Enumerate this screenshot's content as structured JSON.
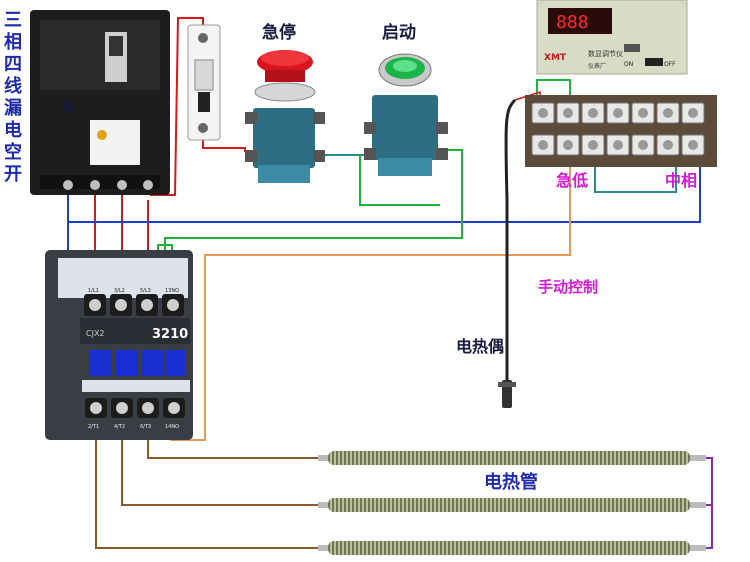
{
  "labels": {
    "title_vertical": [
      "三",
      "相",
      "四",
      "线",
      "漏",
      "电",
      "空",
      "开"
    ],
    "neutral": "N",
    "emergency_stop": "急停",
    "start": "启动",
    "low_speed": "急低",
    "mid_phase": "中相",
    "manual_control": "手动控制",
    "thermocouple": "电热偶",
    "heating_tube": "电热管"
  },
  "contactor": {
    "model": "CJX2",
    "number": "3210",
    "top_terminals": [
      "1/L1",
      "3/L2",
      "5/L3",
      "13NO"
    ],
    "bottom_terminals": [
      "2/T1",
      "4/T2",
      "6/T3",
      "14NO"
    ]
  },
  "controller": {
    "display": "888",
    "brand": "XMT",
    "product": "数显调节仪",
    "factory": "仪表厂",
    "on": "ON",
    "off": "OFF"
  },
  "colors": {
    "label_blue": "#1f2aa8",
    "label_magenta": "#d21ad2",
    "wire_red": "#d11a1a",
    "wire_blue": "#1a3cd1",
    "wire_green": "#1fb23a",
    "wire_orange": "#e59a55",
    "wire_brown": "#8a5a2b",
    "wire_teal": "#2a8a8a",
    "wire_purple": "#8a2aa8"
  }
}
